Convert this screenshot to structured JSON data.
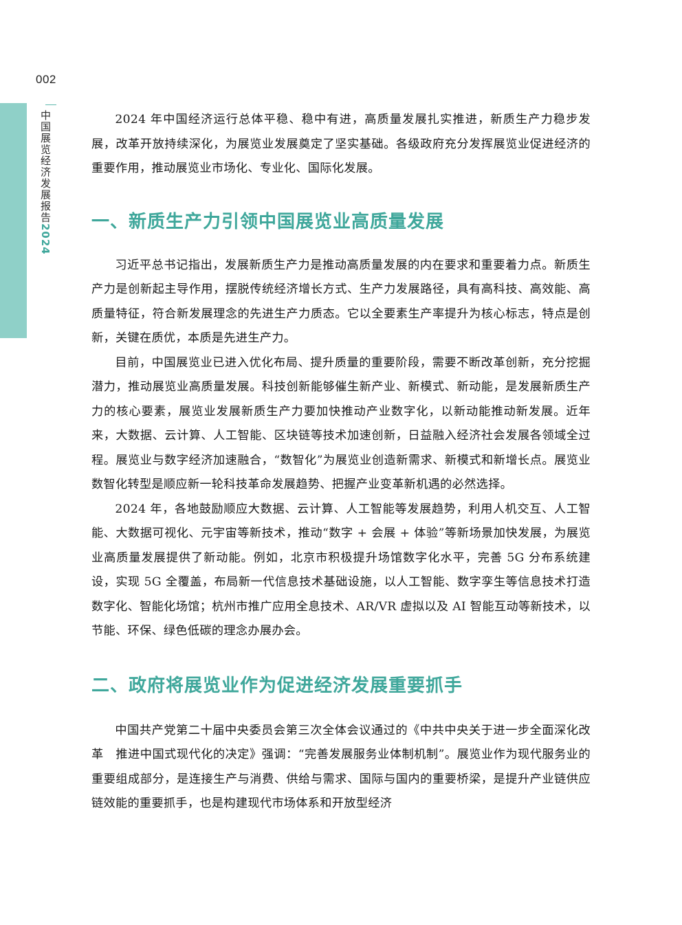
{
  "page": {
    "number": "002",
    "running_title": "中国展览经济发展报告",
    "running_year": "2024"
  },
  "paragraphs": {
    "intro": "2024 年中国经济运行总体平稳、稳中有进，高质量发展扎实推进，新质生产力稳步发展，改革开放持续深化，为展览业发展奠定了坚实基础。各级政府充分发挥展览业促进经济的重要作用，推动展览业市场化、专业化、国际化发展。",
    "s1_p1": "习近平总书记指出，发展新质生产力是推动高质量发展的内在要求和重要着力点。新质生产力是创新起主导作用，摆脱传统经济增长方式、生产力发展路径，具有高科技、高效能、高质量特征，符合新发展理念的先进生产力质态。它以全要素生产率提升为核心标志，特点是创新，关键在质优，本质是先进生产力。",
    "s1_p2": "目前，中国展览业已进入优化布局、提升质量的重要阶段，需要不断改革创新，充分挖掘潜力，推动展览业高质量发展。科技创新能够催生新产业、新模式、新动能，是发展新质生产力的核心要素，展览业发展新质生产力要加快推动产业数字化，以新动能推动新发展。近年来，大数据、云计算、人工智能、区块链等技术加速创新，日益融入经济社会发展各领域全过程。展览业与数字经济加速融合，“数智化”为展览业创造新需求、新模式和新增长点。展览业数智化转型是顺应新一轮科技革命发展趋势、把握产业变革新机遇的必然选择。",
    "s1_p3": "2024 年，各地鼓励顺应大数据、云计算、人工智能等发展趋势，利用人机交互、人工智能、大数据可视化、元宇宙等新技术，推动“数字 + 会展 + 体验”等新场景加快发展，为展览业高质量发展提供了新动能。例如，北京市积极提升场馆数字化水平，完善 5G 分布系统建设，实现 5G 全覆盖，布局新一代信息技术基础设施，以人工智能、数字孪生等信息技术打造数字化、智能化场馆；杭州市推广应用全息技术、AR/VR 虚拟以及 AI 智能互动等新技术，以节能、环保、绿色低碳的理念办展办会。",
    "s2_p1": "中国共产党第二十届中央委员会第三次全体会议通过的《中共中央关于进一步全面深化改革　推进中国式现代化的决定》强调：“完善发展服务业体制机制”。展览业作为现代服务业的重要组成部分，是连接生产与消费、供给与需求、国际与国内的重要桥梁，是提升产业链供应链效能的重要抓手，也是构建现代市场体系和开放型经济"
  },
  "headings": {
    "section1": "一、新质生产力引领中国展览业高质量发展",
    "section2": "二、政府将展览业作为促进经济发展重要抓手"
  },
  "colors": {
    "accent": "#3fa79b",
    "side_band": "#8fd0c8",
    "text": "#1a1a1a"
  }
}
